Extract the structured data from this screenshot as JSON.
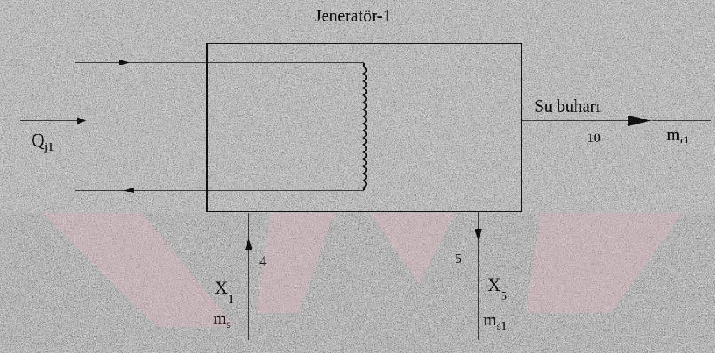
{
  "title": "Jeneratör-1",
  "heat_input": {
    "main": "Q",
    "sub": "j1"
  },
  "vapor_outlet": {
    "label": "Su buharı",
    "state_number": "10",
    "flow_main": "m",
    "flow_sub": "r1"
  },
  "solution_inlet": {
    "state_number": "4",
    "concentration_main": "X",
    "concentration_sub": "1",
    "flow_main": "m",
    "flow_sub": "s"
  },
  "solution_outlet": {
    "state_number": "5",
    "concentration_main": "X",
    "concentration_sub": "5",
    "flow_main": "m",
    "flow_sub": "s1"
  },
  "colors": {
    "background": "#c9c9c9",
    "line": "#111111",
    "watermark": "#e7b8c0"
  }
}
